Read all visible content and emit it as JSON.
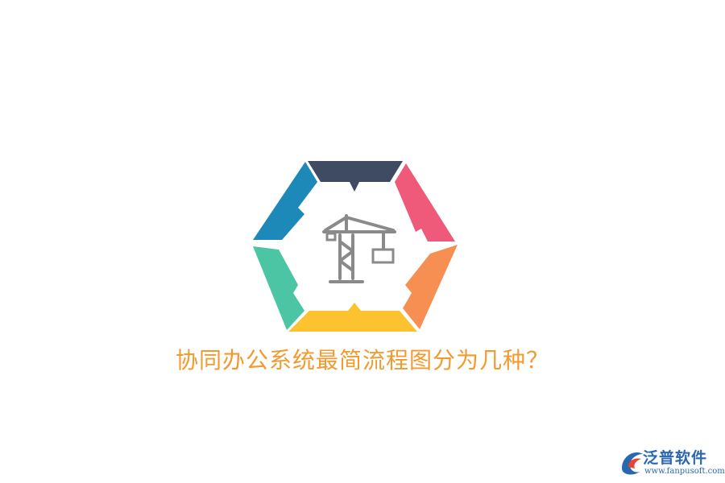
{
  "headline": {
    "text": "协同办公系统最简流程图分为几种？",
    "color": "#f39a2e"
  },
  "hexagon": {
    "segment_colors": [
      "#3f4b63",
      "#ef5a7b",
      "#f88f52",
      "#fdc230",
      "#4cc5a5",
      "#1c89b8"
    ],
    "center_icon": "tower-crane-icon",
    "icon_color": "#8a8a8a"
  },
  "brand": {
    "name": "泛普软件",
    "url": "www.fanpusoft.com",
    "logo_icon": "fanpu-logo-icon",
    "color": "#2a67b1"
  }
}
